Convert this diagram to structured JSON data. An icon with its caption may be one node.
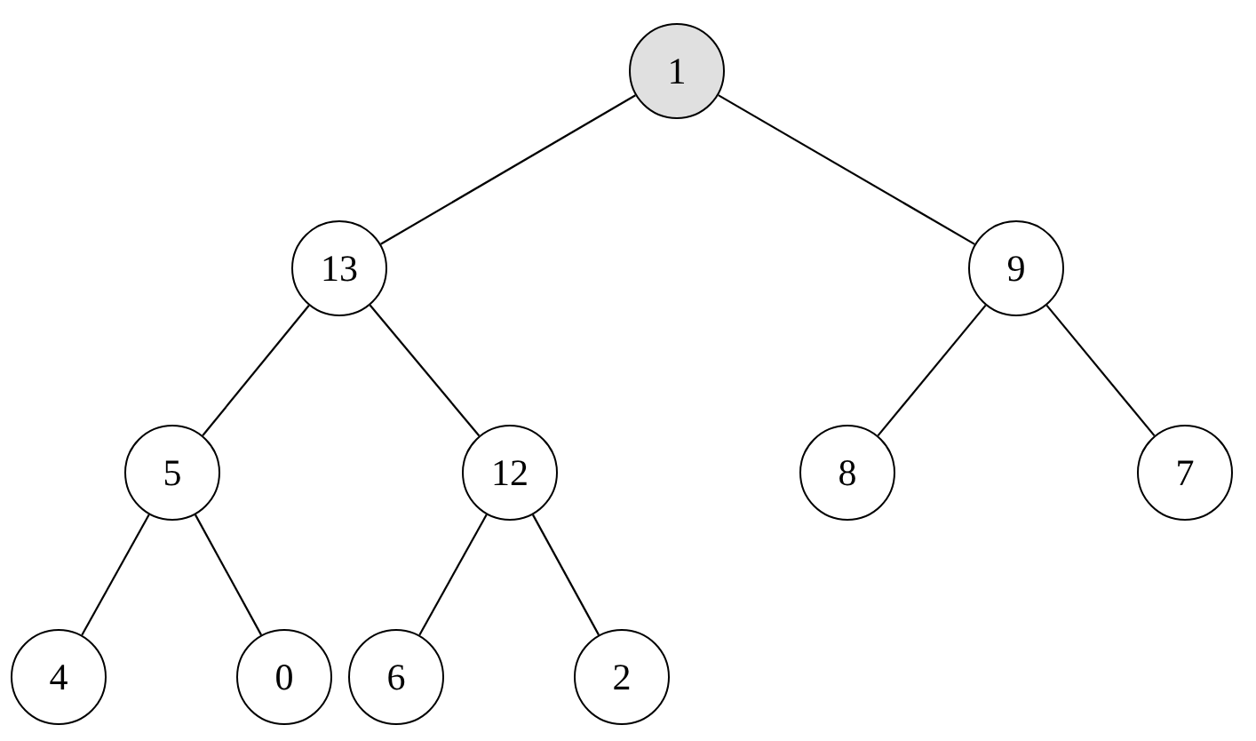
{
  "diagram": {
    "nodes": [
      {
        "text": [
          "1"
        ]
      },
      {
        "text": [
          "13"
        ]
      },
      {
        "text": [
          "9"
        ]
      },
      {
        "text": [
          "5"
        ]
      },
      {
        "text": [
          "12"
        ]
      },
      {
        "text": [
          "8"
        ]
      },
      {
        "text": [
          "7"
        ]
      },
      {
        "text": [
          "4"
        ]
      },
      {
        "text": [
          "0"
        ]
      },
      {
        "text": [
          "6"
        ]
      },
      {
        "text": [
          "2"
        ]
      }
    ],
    "edges": [
      {
        "from": 0,
        "to": 1,
        "arrow": "none"
      },
      {
        "from": 0,
        "to": 2,
        "arrow": "none"
      },
      {
        "from": 1,
        "to": 3,
        "arrow": "none"
      },
      {
        "from": 1,
        "to": 4,
        "arrow": "none"
      },
      {
        "from": 2,
        "to": 5,
        "arrow": "none"
      },
      {
        "from": 2,
        "to": 6,
        "arrow": "none"
      },
      {
        "from": 3,
        "to": 7,
        "arrow": "none"
      },
      {
        "from": 3,
        "to": 8,
        "arrow": "none"
      },
      {
        "from": 4,
        "to": 9,
        "arrow": "none"
      },
      {
        "from": 4,
        "to": 10,
        "arrow": "none"
      }
    ]
  }
}
